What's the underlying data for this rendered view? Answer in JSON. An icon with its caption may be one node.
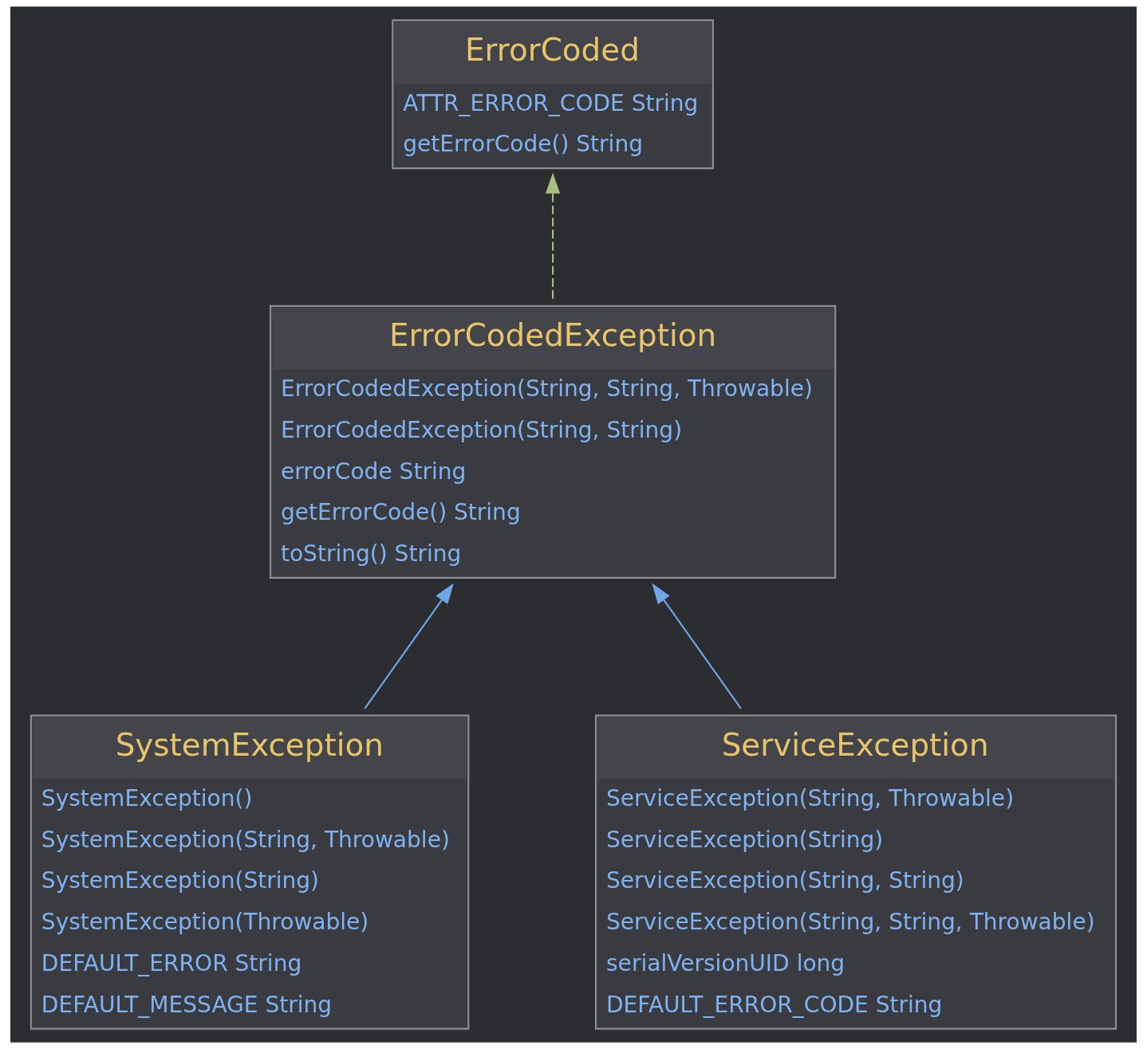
{
  "diagram": {
    "nodes": [
      {
        "text": [
          "ErrorCoded",
          "ATTR_ERROR_CODE String",
          "getErrorCode() String"
        ]
      },
      {
        "text": [
          "ErrorCodedException",
          "ErrorCodedException(String, String, Throwable)",
          "ErrorCodedException(String, String)",
          "errorCode String",
          "getErrorCode() String",
          "toString() String"
        ]
      },
      {
        "text": [
          "SystemException",
          "SystemException()",
          "SystemException(String, Throwable)",
          "SystemException(String)",
          "SystemException(Throwable)",
          "DEFAULT_ERROR String",
          "DEFAULT_MESSAGE String"
        ]
      },
      {
        "text": [
          "ServiceException",
          "ServiceException(String, Throwable)",
          "ServiceException(String)",
          "ServiceException(String, String)",
          "ServiceException(String, String, Throwable)",
          "serialVersionUID long",
          "DEFAULT_ERROR_CODE String"
        ]
      }
    ],
    "edges": [
      {
        "from": 1,
        "to": 0,
        "arrow": "to",
        "style": "dashed",
        "color": "#a7c080"
      },
      {
        "from": 2,
        "to": 1,
        "arrow": "to"
      },
      {
        "from": 3,
        "to": 1,
        "arrow": "to"
      }
    ]
  }
}
